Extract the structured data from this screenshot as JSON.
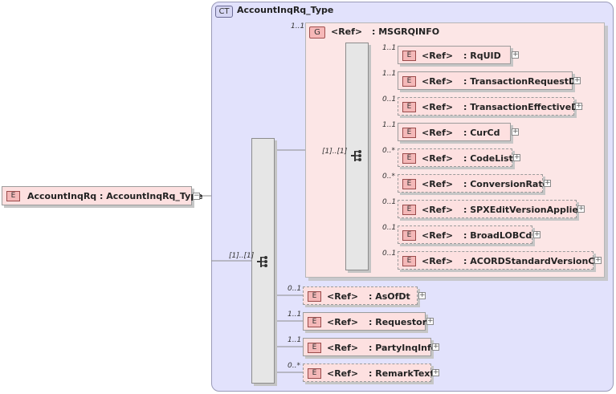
{
  "complex_type": {
    "tag": "CT",
    "name": "AccountInqRq_Type"
  },
  "root_element": {
    "tag": "E",
    "name": "AccountInqRq",
    "type": ": AccountInqRq_Type"
  },
  "group": {
    "tag": "G",
    "ref": "<Ref>",
    "name": ": MSGRQINFO",
    "cardinality": "1..1"
  },
  "outer_sequence": {
    "cardinality": "[1]..[1]"
  },
  "inner_sequence": {
    "cardinality": "[1]..[1]"
  },
  "group_children": [
    {
      "tag": "E",
      "ref": "<Ref>",
      "name": ": RqUID",
      "cardinality": "1..1",
      "optional": false
    },
    {
      "tag": "E",
      "ref": "<Ref>",
      "name": ": TransactionRequestDt",
      "cardinality": "1..1",
      "optional": false
    },
    {
      "tag": "E",
      "ref": "<Ref>",
      "name": ": TransactionEffectiveDt",
      "cardinality": "0..1",
      "optional": true
    },
    {
      "tag": "E",
      "ref": "<Ref>",
      "name": ": CurCd",
      "cardinality": "1..1",
      "optional": false
    },
    {
      "tag": "E",
      "ref": "<Ref>",
      "name": ": CodeList",
      "cardinality": "0..*",
      "optional": true
    },
    {
      "tag": "E",
      "ref": "<Ref>",
      "name": ": ConversionRate",
      "cardinality": "0..*",
      "optional": true
    },
    {
      "tag": "E",
      "ref": "<Ref>",
      "name": ": SPXEditVersionApplied",
      "cardinality": "0..1",
      "optional": true
    },
    {
      "tag": "E",
      "ref": "<Ref>",
      "name": ": BroadLOBCd",
      "cardinality": "0..1",
      "optional": true
    },
    {
      "tag": "E",
      "ref": "<Ref>",
      "name": ": ACORDStandardVersionCd",
      "cardinality": "0..1",
      "optional": true
    }
  ],
  "sequence_children": [
    {
      "tag": "E",
      "ref": "<Ref>",
      "name": ": AsOfDt",
      "cardinality": "0..1",
      "optional": true
    },
    {
      "tag": "E",
      "ref": "<Ref>",
      "name": ": Requestor",
      "cardinality": "1..1",
      "optional": false
    },
    {
      "tag": "E",
      "ref": "<Ref>",
      "name": ": PartyInqInfo",
      "cardinality": "1..1",
      "optional": false
    },
    {
      "tag": "E",
      "ref": "<Ref>",
      "name": ": RemarkText",
      "cardinality": "0..*",
      "optional": true
    }
  ],
  "expand_symbol": "+",
  "collapse_symbol": "−"
}
